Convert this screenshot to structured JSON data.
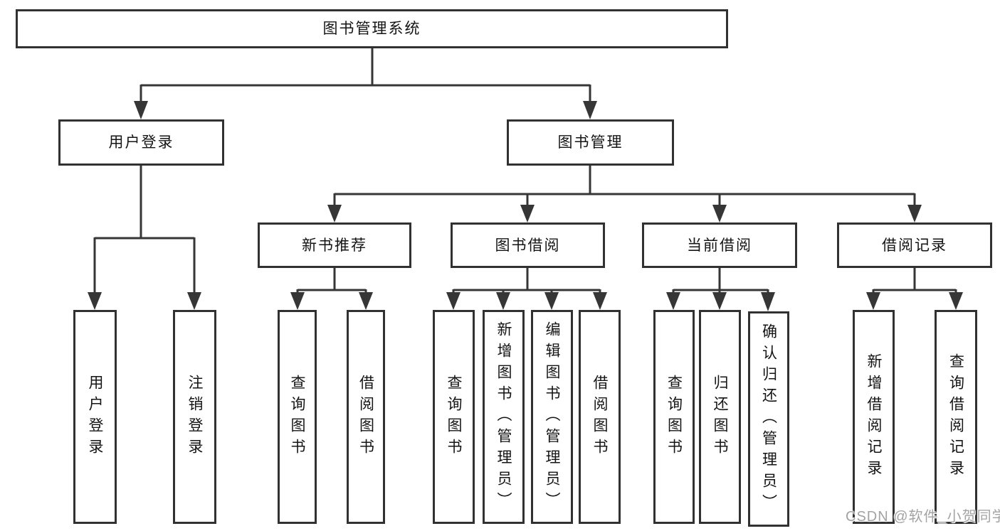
{
  "diagram": {
    "root": {
      "label": "图书管理系统"
    },
    "level2": [
      {
        "label": "用户登录"
      },
      {
        "label": "图书管理"
      }
    ],
    "level3": [
      {
        "label": "新书推荐"
      },
      {
        "label": "图书借阅"
      },
      {
        "label": "当前借阅"
      },
      {
        "label": "借阅记录"
      }
    ],
    "leaves": {
      "user_login": [
        {
          "label": "用户登录"
        },
        {
          "label": "注销登录"
        }
      ],
      "new_book": [
        {
          "label": "查询图书"
        },
        {
          "label": "借阅图书"
        }
      ],
      "book_borrow": [
        {
          "label": "查询图书"
        },
        {
          "label": "新增图书（管理员）"
        },
        {
          "label": "编辑图书（管理员）"
        },
        {
          "label": "借阅图书"
        }
      ],
      "current_borrow": [
        {
          "label": "查询图书"
        },
        {
          "label": "归还图书"
        },
        {
          "label": "确认归还（管理员）"
        }
      ],
      "borrow_record": [
        {
          "label": "新增借阅记录"
        },
        {
          "label": "查询借阅记录"
        }
      ]
    },
    "watermark": "CSDN @软件_小贺同学",
    "colors": {
      "line": "#363636",
      "border": "#313131",
      "text": "#141414",
      "watermark": "#a3a3a3",
      "background": "#ffffff"
    }
  }
}
